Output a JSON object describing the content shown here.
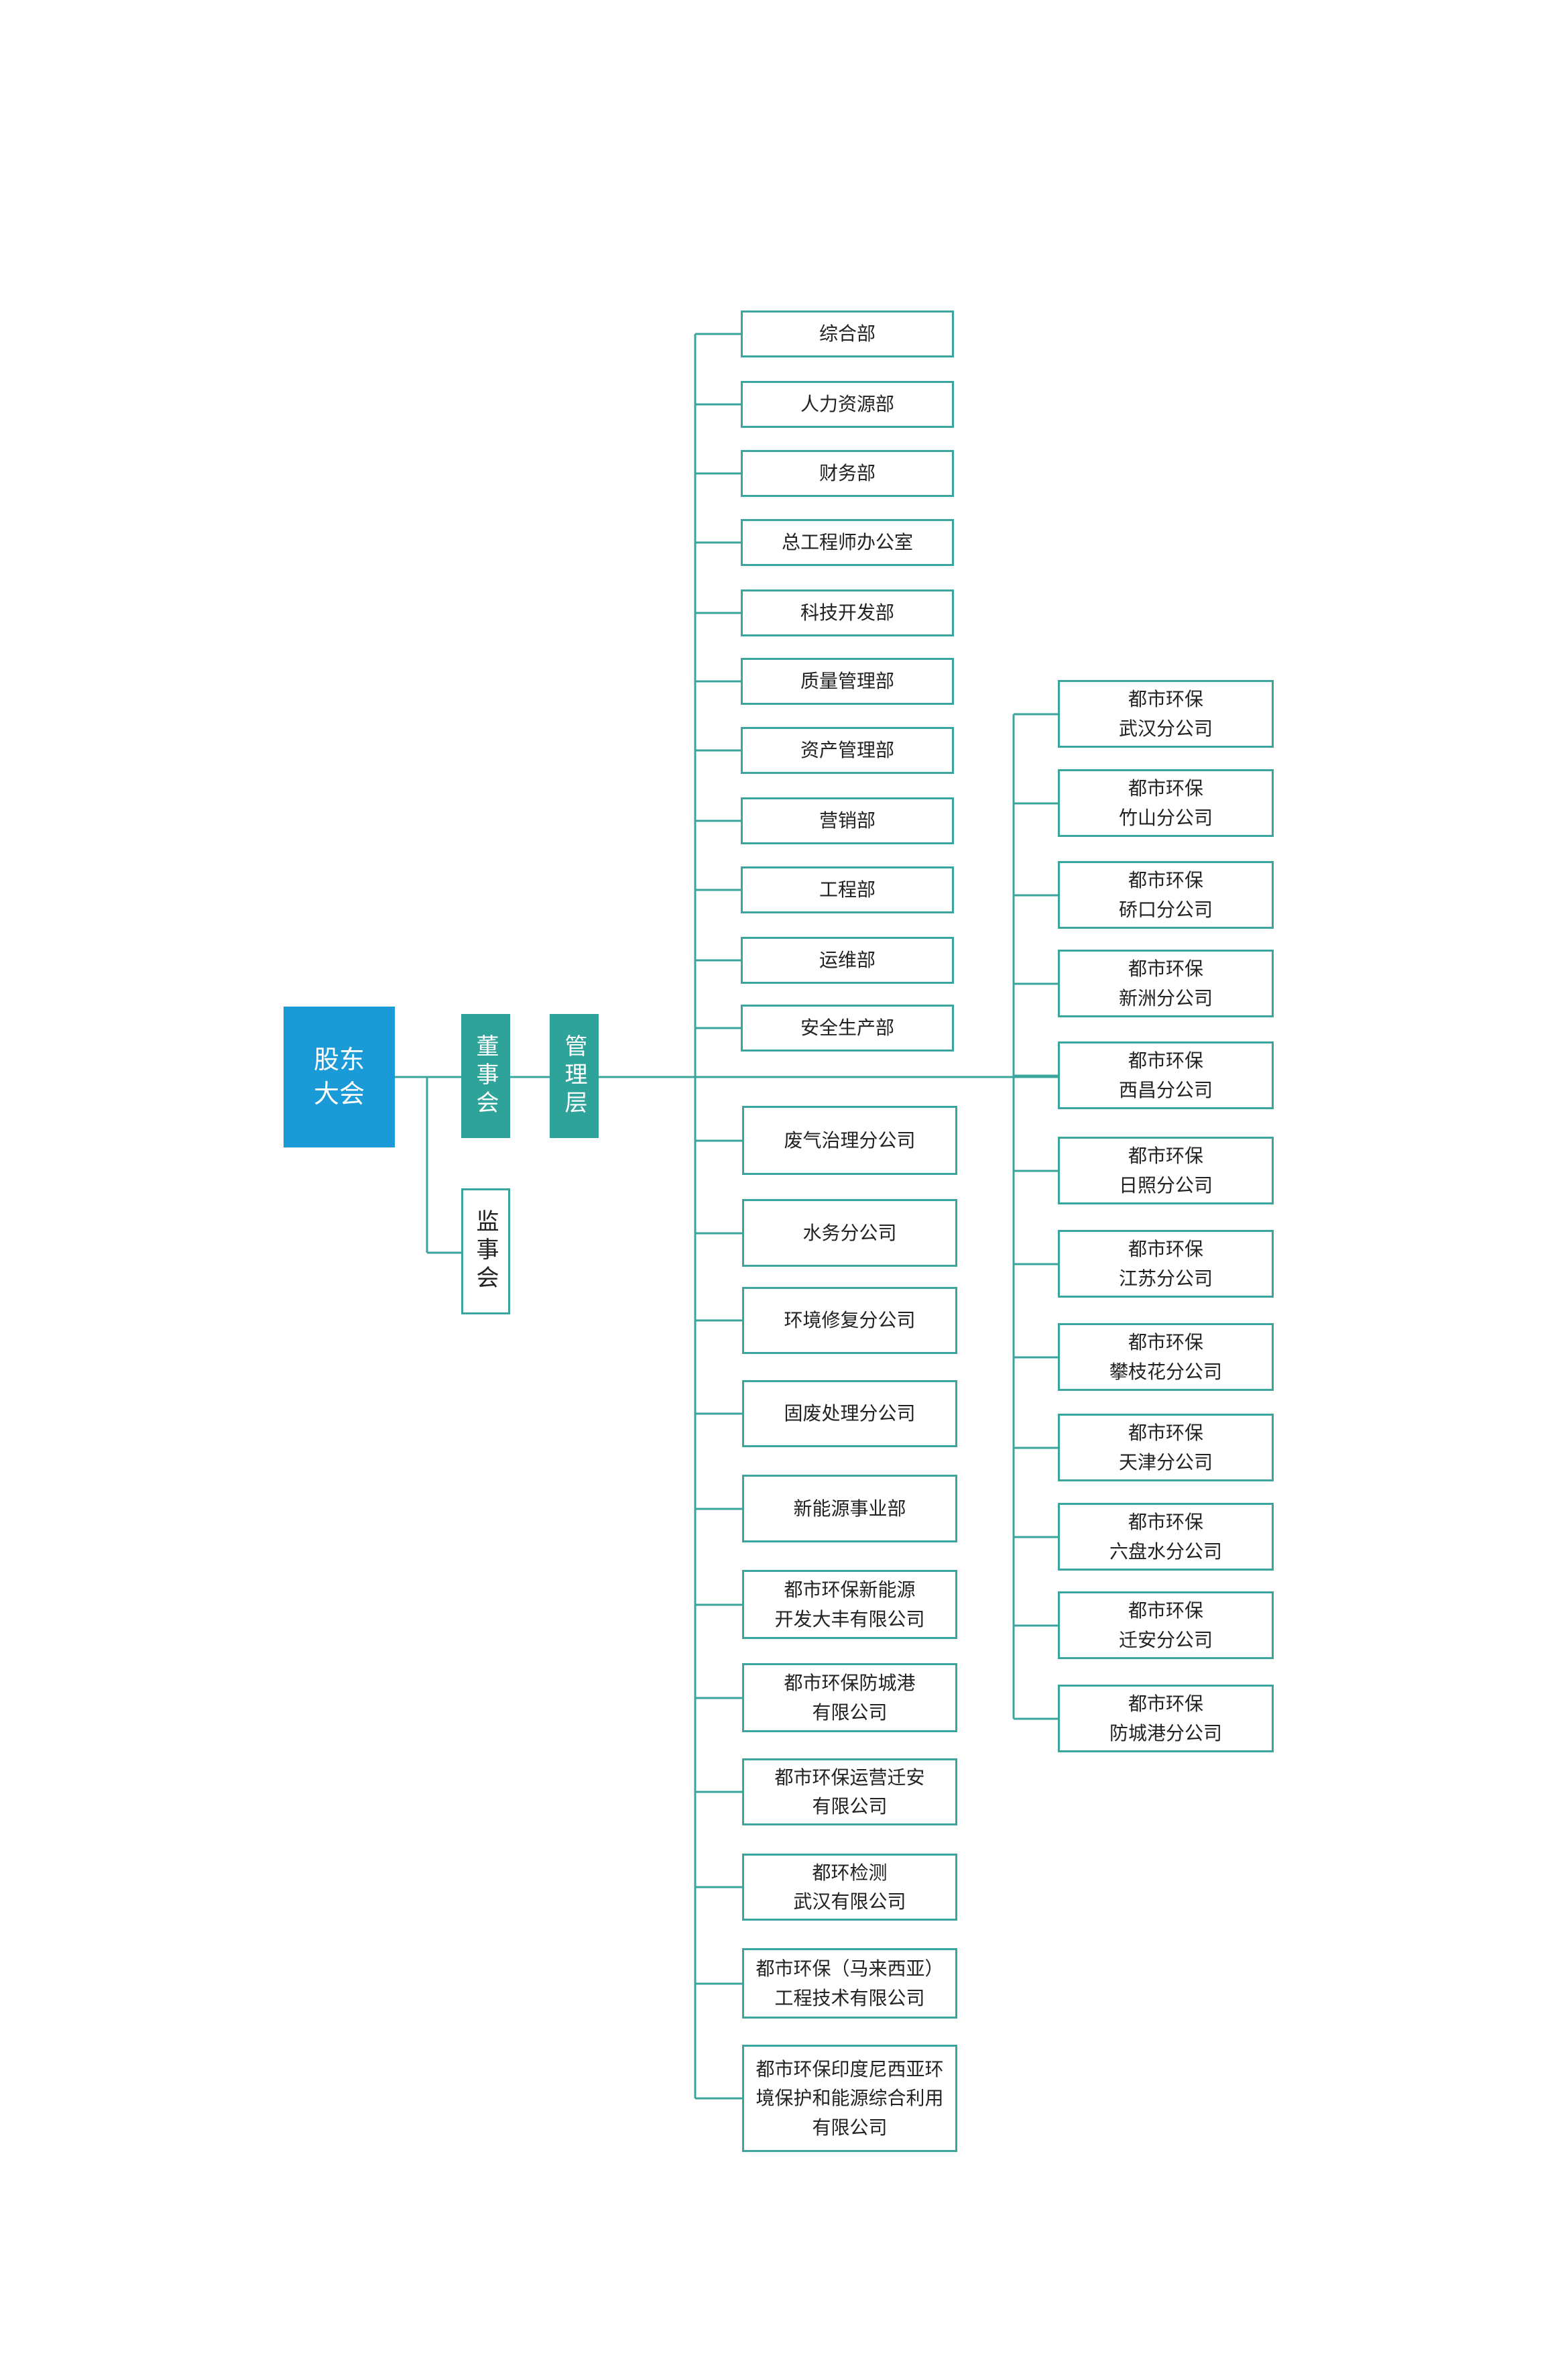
{
  "governance": {
    "shareholders": "股东大会",
    "board": "董事会",
    "supervisors": "监事会",
    "management": "管理层"
  },
  "departments": [
    "综合部",
    "人力资源部",
    "财务部",
    "总工程师办公室",
    "科技开发部",
    "质量管理部",
    "资产管理部",
    "营销部",
    "工程部",
    "运维部",
    "安全生产部"
  ],
  "subsidiaries": [
    "废气治理分公司",
    "水务分公司",
    "环境修复分公司",
    "固废处理分公司",
    "新能源事业部",
    "都市环保新能源\n开发大丰有限公司",
    "都市环保防城港\n有限公司",
    "都市环保运营迁安\n有限公司",
    "都环检测\n武汉有限公司",
    "都市环保（马来西亚）\n工程技术有限公司",
    "都市环保印度尼西亚环\n境保护和能源综合利用\n有限公司"
  ],
  "branches": [
    "都市环保\n武汉分公司",
    "都市环保\n竹山分公司",
    "都市环保\n硚口分公司",
    "都市环保\n新洲分公司",
    "都市环保\n西昌分公司",
    "都市环保\n日照分公司",
    "都市环保\n江苏分公司",
    "都市环保\n攀枝花分公司",
    "都市环保\n天津分公司",
    "都市环保\n六盘水分公司",
    "都市环保\n迁安分公司",
    "都市环保\n防城港分公司"
  ],
  "colors": {
    "shareholders_fill": "#1a9ad6",
    "governance_fill": "#2ea39a",
    "connector": "#3aa59c"
  }
}
